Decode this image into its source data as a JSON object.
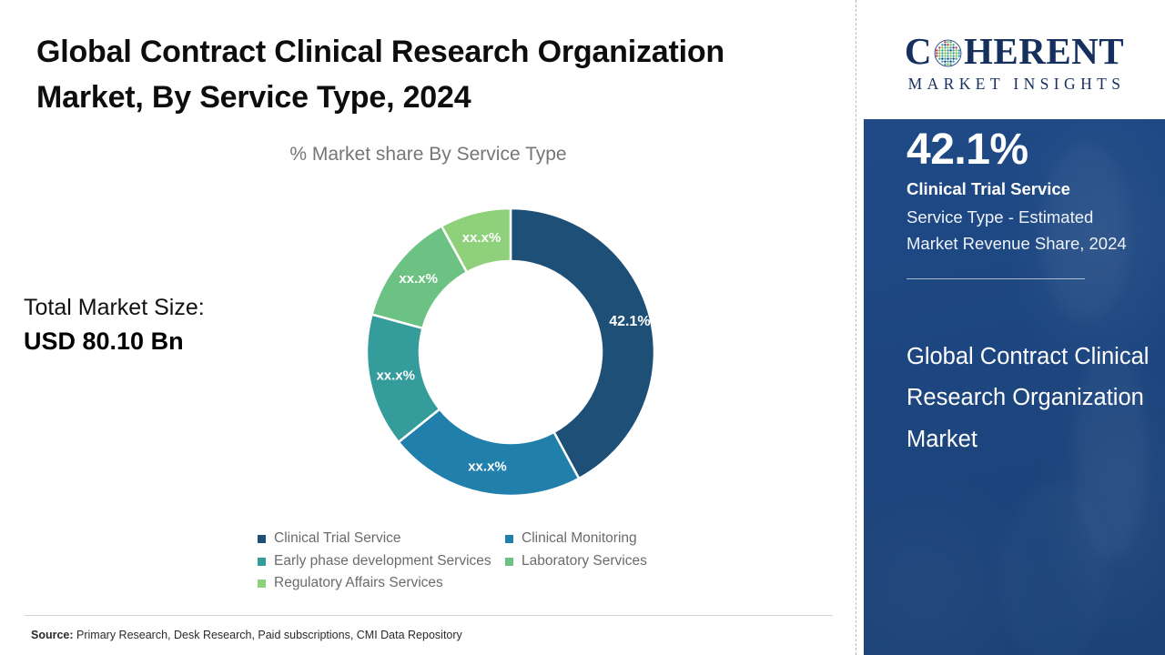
{
  "title": "Global Contract Clinical Research Organization Market, By Service Type, 2024",
  "chart_subtitle": "% Market share By Service Type",
  "total": {
    "label": "Total Market Size:",
    "value": "USD 80.10 Bn"
  },
  "source": {
    "prefix": "Source:",
    "text": " Primary Research, Desk Research, Paid subscriptions, CMI Data Repository"
  },
  "logo": {
    "name_part1": "C",
    "name_part2": "HERENT",
    "tagline": "MARKET INSIGHTS",
    "globe_icon": "globe-dots-icon"
  },
  "sidebar": {
    "stat_percent": "42.1%",
    "stat_segment": "Clinical Trial Service",
    "stat_description": "Service Type - Estimated Market Revenue Share, 2024",
    "market_name": "Global Contract Clinical Research Organization Market"
  },
  "chart_data": {
    "type": "pie",
    "variant": "donut",
    "title": "% Market share By Service Type",
    "subtitle": "Global Contract Clinical Research Organization Market, By Service Type, 2024",
    "total_market_size": "USD 80.10 Bn",
    "year": 2024,
    "start_angle_deg": 0,
    "direction": "clockwise",
    "inner_radius_ratio": 0.63,
    "legend_position": "bottom",
    "grid": false,
    "labels_masked": true,
    "categories": [
      "Clinical Trial Service",
      "Clinical Monitoring",
      "Early phase development Services",
      "Laboratory Services",
      "Regulatory Affairs Services"
    ],
    "values": [
      42.1,
      22.1,
      15.0,
      12.8,
      8.0
    ],
    "display_labels": [
      "42.1%",
      "xx.x%",
      "xx.x%",
      "xx.x%",
      "xx.x%"
    ],
    "colors": [
      "#1d4f77",
      "#2180ab",
      "#349c9a",
      "#6cc283",
      "#8fd17a"
    ],
    "slices": [
      {
        "label": "Clinical Trial Service",
        "value": 42.1,
        "display": "42.1%",
        "color": "#1d4f77",
        "start_deg": 0.0,
        "end_deg": 151.6
      },
      {
        "label": "Clinical Monitoring",
        "value": 22.1,
        "display": "xx.x%",
        "color": "#2180ab",
        "start_deg": 151.6,
        "end_deg": 231.2
      },
      {
        "label": "Early phase development Services",
        "value": 15.0,
        "display": "xx.x%",
        "color": "#349c9a",
        "start_deg": 231.2,
        "end_deg": 285.2
      },
      {
        "label": "Laboratory Services",
        "value": 12.8,
        "display": "xx.x%",
        "color": "#6cc283",
        "start_deg": 285.2,
        "end_deg": 331.3
      },
      {
        "label": "Regulatory Affairs Services",
        "value": 8.0,
        "display": "xx.x%",
        "color": "#8fd17a",
        "start_deg": 331.3,
        "end_deg": 360.0
      }
    ]
  },
  "legend": {
    "rows": [
      [
        {
          "label": "Clinical Trial Service",
          "color": "#1d4f77"
        },
        {
          "label": "Clinical Monitoring",
          "color": "#2180ab"
        }
      ],
      [
        {
          "label": "Early phase development Services",
          "color": "#349c9a"
        },
        {
          "label": "Laboratory Services",
          "color": "#6cc283"
        }
      ],
      [
        {
          "label": "Regulatory Affairs Services",
          "color": "#8fd17a"
        }
      ]
    ]
  },
  "colors": {
    "brand_navy": "#16305e",
    "panel_blue": "#1f4a86",
    "text_dark": "#0d0d0d",
    "text_muted": "#6b6b6b"
  }
}
